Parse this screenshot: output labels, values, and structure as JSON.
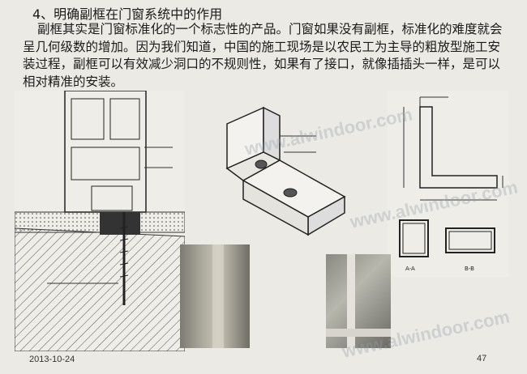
{
  "heading": "4、明确副框在门窗系统中的作用",
  "paragraph": "副框其实是门窗标准化的一个标志性的产品。门窗如果没有副框，标准化的难度就会呈几何级数的增加。因为我们知道，中国的施工现场是以农民工为主导的粗放型施工安装过程，副框可以有效减少洞口的不规则性，如果有了接口，就像插插头一样，是可以相对精准的安装。",
  "watermark": "www.alwindoor.com",
  "footer": {
    "date": "2013-10-24",
    "page_number": "47"
  },
  "section_drawing": {
    "label_1": "A-A",
    "label_2": "B-B"
  }
}
